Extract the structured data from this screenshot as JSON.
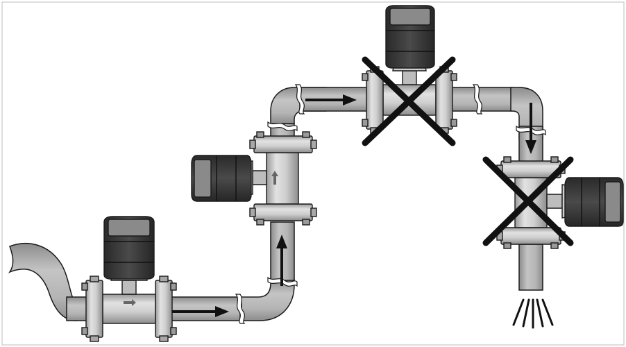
{
  "figure": {
    "frame": "diagram-frame",
    "colors": {
      "pipe": "#b3b3b3",
      "body": "#c9c9c9",
      "flange": "#bdbdbd",
      "line": "#1a1a1a",
      "head": "#3a3a3a",
      "display": "#7a7a7a",
      "mark": "#111111",
      "background": "#ffffff"
    },
    "installations": [
      {
        "id": "horizontal-inlet-meter",
        "orientation": "horizontal",
        "flow": "left-to-right",
        "allowed": true
      },
      {
        "id": "vertical-upflow-meter",
        "orientation": "vertical",
        "flow": "upward",
        "allowed": true
      },
      {
        "id": "high-point-meter",
        "orientation": "horizontal",
        "flow": "left-to-right",
        "allowed": false
      },
      {
        "id": "vertical-downflow-meter",
        "orientation": "vertical",
        "flow": "downward",
        "allowed": false
      }
    ],
    "outlet": "free-discharge"
  }
}
